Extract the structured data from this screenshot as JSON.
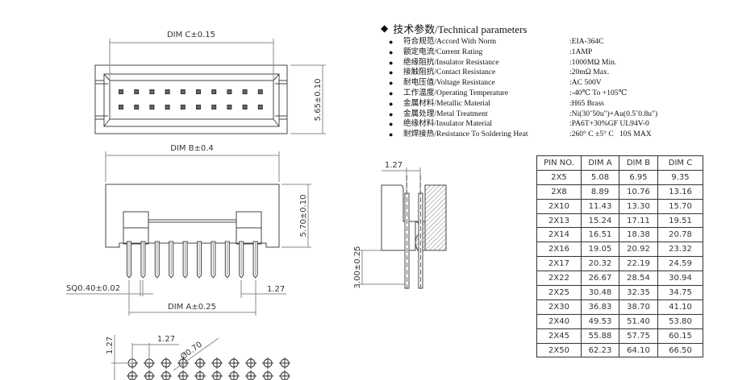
{
  "params": {
    "title": "技术参数/Technical parameters",
    "items": [
      {
        "label": "符合规范/Accord With Norm",
        "value": ":EIA-364C"
      },
      {
        "label": "额定电流/Current Rating",
        "value": ":1AMP"
      },
      {
        "label": "绝缘阻抗/Insulator Resistance",
        "value": ":1000MΩ Min."
      },
      {
        "label": "接触阻抗/Contact Resistance",
        "value": ":20mΩ Max."
      },
      {
        "label": "耐电压值/Voltage Resistance",
        "value": ":AC 500V"
      },
      {
        "label": "工作温度/Operating Temperature",
        "value": ":-40℃ To +105℃"
      },
      {
        "label": "金属材料/Metallic Material",
        "value": ":H65 Brass"
      },
      {
        "label": "金属处理/Metal Treatment",
        "value": ":Ni(30˜50u\")+Au(0.5˜0.8u\")"
      },
      {
        "label": "绝缘材料/Insulator Material",
        "value": ":PA6T+30%GF UL94V-0"
      },
      {
        "label": "耐焊接热/Resistance To Soldering Heat",
        "value": ":260° C ±5° C   10S MAX"
      }
    ]
  },
  "dimensions": {
    "dim_c": "DIM C±0.15",
    "height_top": "5.65±0.10",
    "dim_b": "DIM B±0.4",
    "height_front": "5.70±0.10",
    "sq": "SQ0.40±0.02",
    "pitch_front": "1.27",
    "dim_a": "DIM A±0.25",
    "pitch_side": "1.27",
    "tail_length": "3.00±0.25",
    "pitch_pcb_h": "1.27",
    "pitch_pcb_v": "1.27",
    "hole_dia": "Ø0.70"
  },
  "table": {
    "headers": [
      "PIN NO.",
      "DIM A",
      "DIM B",
      "DIM C"
    ],
    "rows": [
      [
        "2X5",
        "5.08",
        "6.95",
        "9.35"
      ],
      [
        "2X8",
        "8.89",
        "10.76",
        "13.16"
      ],
      [
        "2X10",
        "11.43",
        "13.30",
        "15.70"
      ],
      [
        "2X13",
        "15.24",
        "17.11",
        "19.51"
      ],
      [
        "2X14",
        "16.51",
        "18.38",
        "20.78"
      ],
      [
        "2X16",
        "19.05",
        "20.92",
        "23.32"
      ],
      [
        "2X17",
        "20.32",
        "22.19",
        "24.59"
      ],
      [
        "2X22",
        "26.67",
        "28.54",
        "30.94"
      ],
      [
        "2X25",
        "30.48",
        "32.35",
        "34.75"
      ],
      [
        "2X30",
        "36.83",
        "38.70",
        "41.10"
      ],
      [
        "2X40",
        "49.53",
        "51.40",
        "53.80"
      ],
      [
        "2X45",
        "55.88",
        "57.75",
        "60.15"
      ],
      [
        "2X50",
        "62.23",
        "64.10",
        "66.50"
      ]
    ]
  }
}
